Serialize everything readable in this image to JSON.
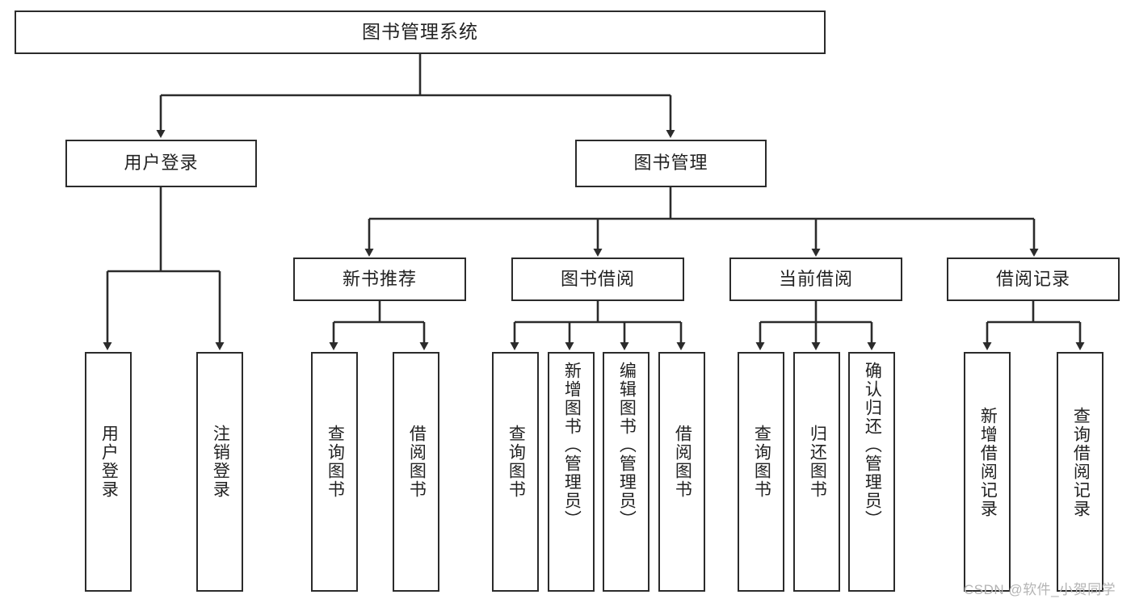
{
  "diagram": {
    "title": "图书管理系统",
    "type": "hierarchy-tree",
    "root": {
      "id": "root",
      "label": "图书管理系统"
    },
    "level2": [
      {
        "id": "user-login",
        "label": "用户登录"
      },
      {
        "id": "book-manage",
        "label": "图书管理"
      }
    ],
    "level3": [
      {
        "id": "new-book-recommend",
        "label": "新书推荐"
      },
      {
        "id": "book-borrow",
        "label": "图书借阅"
      },
      {
        "id": "current-borrow",
        "label": "当前借阅"
      },
      {
        "id": "borrow-record",
        "label": "借阅记录"
      }
    ],
    "leaves": {
      "user_login": [
        {
          "id": "leaf-user-login",
          "label": "用户登录"
        },
        {
          "id": "leaf-logout-login",
          "label": "注销登录"
        }
      ],
      "new_book_recommend": [
        {
          "id": "leaf-query-book-1",
          "label": "查询图书"
        },
        {
          "id": "leaf-borrow-book-1",
          "label": "借阅图书"
        }
      ],
      "book_borrow": [
        {
          "id": "leaf-query-book-2",
          "label": "查询图书"
        },
        {
          "id": "leaf-add-book",
          "label": "新增图书（管理员）"
        },
        {
          "id": "leaf-edit-book",
          "label": "编辑图书（管理员）"
        },
        {
          "id": "leaf-borrow-book-2",
          "label": "借阅图书"
        }
      ],
      "current_borrow": [
        {
          "id": "leaf-query-book-3",
          "label": "查询图书"
        },
        {
          "id": "leaf-return-book",
          "label": "归还图书"
        },
        {
          "id": "leaf-confirm-return",
          "label": "确认归还（管理员）"
        }
      ],
      "borrow_record": [
        {
          "id": "leaf-add-record",
          "label": "新增借阅记录"
        },
        {
          "id": "leaf-query-record",
          "label": "查询借阅记录"
        }
      ]
    }
  },
  "watermark": {
    "text": "CSDN @软件_小贺同学"
  },
  "colors": {
    "stroke": "#2b2b2b",
    "background": "#ffffff",
    "text": "#222222",
    "watermark": "#b4b4b4"
  }
}
